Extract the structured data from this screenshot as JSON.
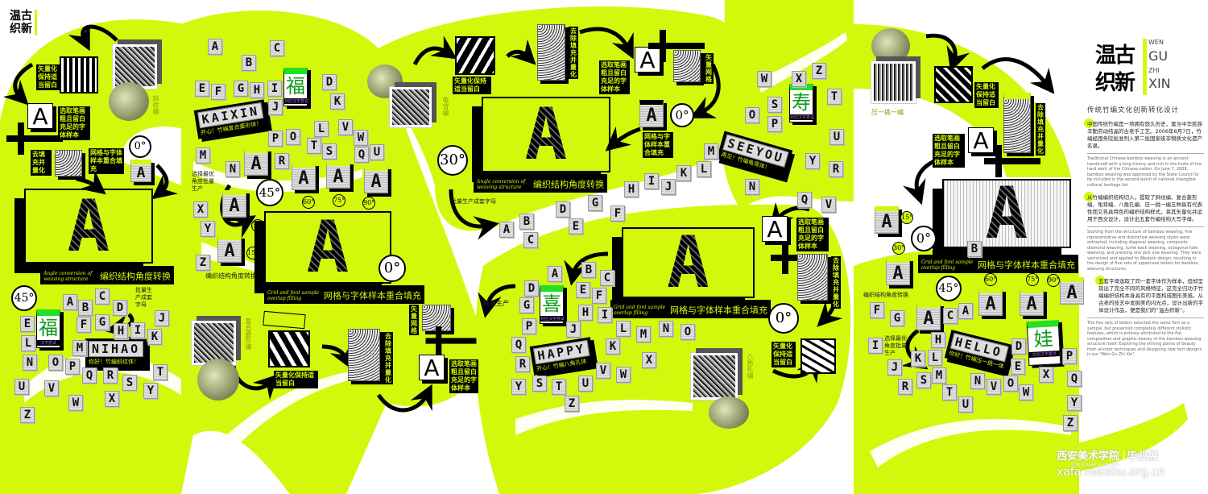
{
  "logo": "温古织新",
  "title": {
    "cn_line1": "温古",
    "cn_line2": "织新",
    "en": [
      "WEN",
      "GU",
      "ZHI",
      "XIN"
    ],
    "subtitle": "传统竹编文化创新转化设计"
  },
  "intro": [
    {
      "cn": "中国传统竹编是一项拥有悠久历史，富含中华民族辛勤劳动结晶的古老手工艺。2006年6月7日，竹编经国务院批准列入第二批国家级非物质文化遗产名录。",
      "en": "Traditional Chinese bamboo weaving is an ancient handicraft with a long history and rich in the fruits of the hard work of the Chinese nation. On June 7, 2008, bamboo weaving was approved by the State Council to be included in the second batch of national intangible cultural heritage list."
    },
    {
      "cn": "从竹编编织结构切入，提取了斜纹编、复合菱形编、龟背编、八角孔编、压一挑一编五种具有代表性而又各具特色的编织结构样式，将其矢量化并运用于西文设计，设计出五套竹编结构大写字母。",
      "en": "Starting from the structure of bamboo weaving, five representative and distinctive weaving styles were extracted, including diagonal weaving, composite diamond weaving, turtle back weaving, octagonal hole weaving, and pressing one pick one weaving. They were vectorized and applied to Western design, resulting in the design of five sets of uppercase letters for bamboo weaving structures."
    },
    {
      "cn": "五套字母选取了同一套字体作为样本，但却呈现出了完全不同的风格特征，这完全归功于竹编编织结构本身具有的平面构成图形美感。从古老的技艺中发掘美的闪光点，设计出新的字体设计作品，便是我们的“温古织新”。",
      "en": "The five sets of letters selected the same font as a sample, but presented completely different stylistic features, which is entirely attributed to the flat composition and graphic beauty of the bamboo weaving structure itself. Exploring the shining points of beauty from ancient techniques and designing new font designs is our \"Wen Gu Zhi Xin\"."
    }
  ],
  "steps": {
    "vectorize": "矢量化保持适当留白",
    "select_sample": "选取笔画粗且留白充足的字体样本",
    "remove_fill": "去除填充并量化",
    "remove_fill_short": "去填充并量化",
    "overlap": "网格与字体样本重合填充",
    "overlap_en": "Grid and font sample overlap filling",
    "angle": "编织结构角度转换",
    "angle_en": "Angle conversion of weaving structure",
    "batch_set": "批量生产成套字母",
    "batch_best": "选择最优角度批量生产",
    "batch": "批量生产",
    "vector_grid": "矢量网格",
    "sample_letter": "A"
  },
  "angles": [
    "0°",
    "15°",
    "30°",
    "45°",
    "60°",
    "75°",
    "90°"
  ],
  "panels": [
    {
      "weave": "斜纹编",
      "word": "NIHAO",
      "word_sub": "你好！竹编斜纹体！",
      "hanzi": "福",
      "hanzi_caption": "汉字尝试",
      "letters": [
        "A",
        "B",
        "C",
        "D",
        "E",
        "F",
        "G",
        "H",
        "I",
        "J",
        "K",
        "L",
        "M",
        "N",
        "O",
        "P",
        "Q",
        "R",
        "S",
        "T",
        "U",
        "V",
        "W",
        "X",
        "Y",
        "Z"
      ]
    },
    {
      "weave": "复合菱形编",
      "word": "KAIXIN",
      "word_sub": "开心！竹编复合菱形体！",
      "hanzi": "福",
      "hanzi_caption": "对应汉字尝试",
      "letters": [
        "A",
        "B",
        "C",
        "D",
        "E",
        "F",
        "G",
        "H",
        "I",
        "J",
        "K",
        "L",
        "M",
        "N",
        "O",
        "P",
        "Q",
        "R",
        "S",
        "T",
        "U",
        "V",
        "W",
        "X",
        "Y",
        "Z"
      ]
    },
    {
      "weave": "龟背编",
      "word": "SEEYOU",
      "word_sub": "再见！竹编龟背体！",
      "hanzi": "寿",
      "hanzi_caption": "对应汉字尝试",
      "letters": [
        "A",
        "B",
        "C",
        "D",
        "E",
        "F",
        "G",
        "H",
        "I",
        "J",
        "K",
        "L",
        "M",
        "N",
        "O",
        "P",
        "Q",
        "R",
        "S",
        "T",
        "U",
        "V",
        "W",
        "X",
        "Y",
        "Z"
      ]
    },
    {
      "weave": "八角孔编",
      "word": "HAPPY",
      "word_sub": "开心！竹编八角孔体",
      "hanzi": "喜",
      "hanzi_caption": "对应汉字尝试",
      "letters": [
        "A",
        "B",
        "C",
        "D",
        "E",
        "F",
        "G",
        "H",
        "I",
        "J",
        "K",
        "L",
        "M",
        "N",
        "O",
        "P",
        "Q",
        "R",
        "S",
        "T",
        "U",
        "V",
        "W",
        "X",
        "Y",
        "Z"
      ]
    },
    {
      "weave": "压一挑一编",
      "word": "HELLO",
      "word_sub": "你好！竹编压一挑一体",
      "hanzi": "娃",
      "hanzi_caption": "对应汉字尝试",
      "letters": [
        "A",
        "B",
        "C",
        "D",
        "E",
        "F",
        "G",
        "H",
        "I",
        "J",
        "K",
        "L",
        "M",
        "N",
        "O",
        "P",
        "Q",
        "R",
        "S",
        "T",
        "U",
        "V",
        "W",
        "X",
        "Y",
        "Z"
      ]
    }
  ],
  "footer": {
    "school": "西安美术学院",
    "school_en": "XI'AN ACADEMY OF FINE ARTS",
    "show": "毕业展",
    "url": "xafa.meishu.org.cn"
  },
  "colors": {
    "accent": "#d4f80c",
    "ink": "#000000",
    "hanzi_green": "#22e022"
  }
}
